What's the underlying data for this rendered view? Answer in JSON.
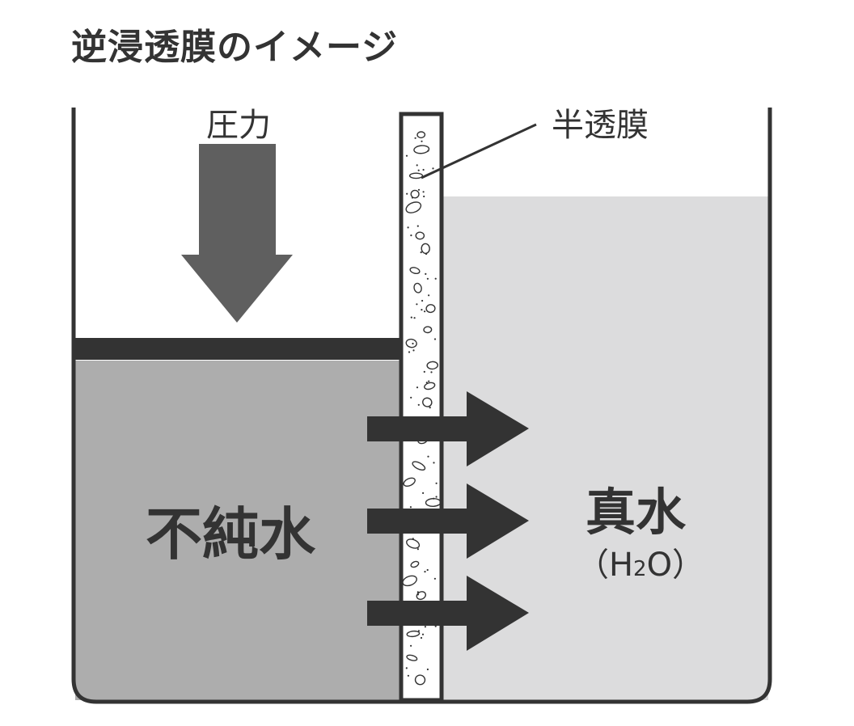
{
  "title": "逆浸透膜のイメージ",
  "labels": {
    "pressure": "圧力",
    "membrane": "半透膜",
    "impure_water": "不純水",
    "pure_water": "真水",
    "formula_open": "（",
    "formula_h": "H",
    "formula_sub": "2",
    "formula_o": "O",
    "formula_close": "）"
  },
  "colors": {
    "impure_water": "#adadad",
    "pure_water": "#dcdcdd",
    "piston": "#333333",
    "pressure_arrow": "#5f5f5f",
    "flow_arrow": "#333333",
    "outline": "#333333"
  }
}
